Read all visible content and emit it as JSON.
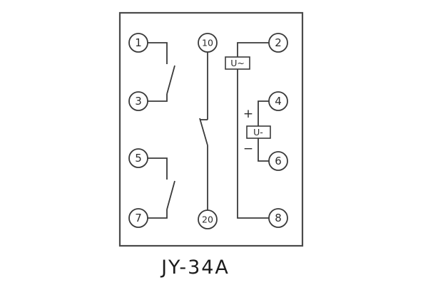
{
  "title": "JY-34A",
  "diagram": {
    "terminals": {
      "t1": "1",
      "t2": "2",
      "t3": "3",
      "t4": "4",
      "t5": "5",
      "t6": "6",
      "t7": "7",
      "t8": "8",
      "t10": "10",
      "t20": "20"
    },
    "labels": {
      "ac_voltage": "U~",
      "dc_voltage": "U-",
      "plus": "+",
      "minus": "−"
    },
    "colors": {
      "line": "#3a3a3a",
      "background": "#ffffff"
    }
  }
}
